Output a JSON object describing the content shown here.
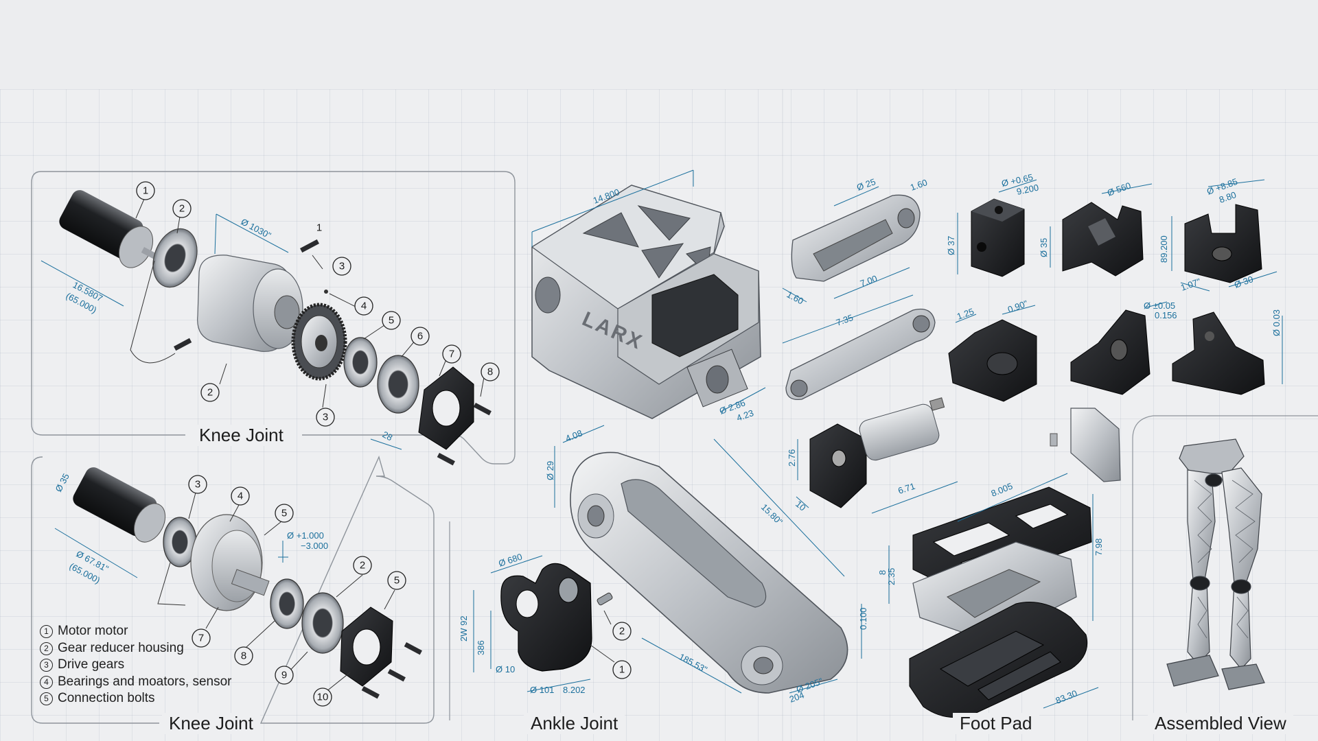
{
  "panels": {
    "knee_top": "Knee Joint",
    "knee_bottom": "Knee Joint",
    "ankle": "Ankle Joint",
    "foot": "Foot Pad",
    "assembled": "Assembled View"
  },
  "legend": [
    {
      "num": "1",
      "text": "Motor motor"
    },
    {
      "num": "2",
      "text": "Gear reducer housing"
    },
    {
      "num": "3",
      "text": "Drive gears"
    },
    {
      "num": "4",
      "text": "Bearings and moators, sensor"
    },
    {
      "num": "5",
      "text": "Connection bolts"
    }
  ],
  "logo": "LARX",
  "dimensions": {
    "k1_len1": "16.5807",
    "k1_len2": "(65.000)",
    "k1_dia": "Ø 1030\"",
    "k1_w": "28",
    "k2_dia": "Ø 35",
    "k2_len1": "Ø 67.81\"",
    "k2_len2": "(65.000)",
    "k2_tol1": "Ø +1.000",
    "k2_tol2": "−3.000",
    "body_top": "14.800",
    "body_dia1": "Ø 2.86",
    "body_dia2": "4.23",
    "link_dia": "Ø 25",
    "link_w": "1.60",
    "link_h": "1.60",
    "link_len": "7.00",
    "rod_len": "7.35",
    "motor_h": "2.76",
    "motor_len": "6.71",
    "motor_w": "10",
    "blk1_dia": "Ø +0.65",
    "blk1_dia2": "9.200",
    "blk1_h": "Ø 37",
    "blk2_dia": "Ø 560",
    "blk2_h": "Ø 35",
    "blk3_dia": "Ø +8.85",
    "blk3_dia2": "8.80",
    "blk3_h": "89.200",
    "blk3_w": "1.07\"",
    "blk3_d": "Ø 30",
    "blk4_w": "1.25",
    "blk4_d": "0.90\"",
    "blk5_tol": "Ø ±0.05",
    "blk5_tol2": "0.156",
    "blk6_h": "Ø 0.03",
    "shin_a": "4.08",
    "shin_b": "Ø 29",
    "shin_len": "15.80\"",
    "shin_c": "Ø 205\"",
    "shin_d": "204",
    "shin_e": "185.53\"",
    "shin_f": "0.100",
    "ank_top": "Ø 680",
    "ank_h1": "2W 92",
    "ank_h2": "386",
    "ank_d1": "Ø 10",
    "ank_d2": "Ø 101",
    "ank_d3": "8.202",
    "foot_top": "8.005",
    "foot_h1": "8",
    "foot_h2": "2.35",
    "foot_r": "7.98",
    "foot_b": "83.30"
  },
  "colors": {
    "dimension": "#1a6f9c",
    "metal": "#c9ccd0",
    "dark_part": "#1d1e20",
    "background": "#eeeff1"
  },
  "icons": [
    "motor-part",
    "bearing-part",
    "gear-housing-part",
    "spur-gear-part",
    "flange-plate-part",
    "bolt-part",
    "leg-assembly-icon"
  ]
}
